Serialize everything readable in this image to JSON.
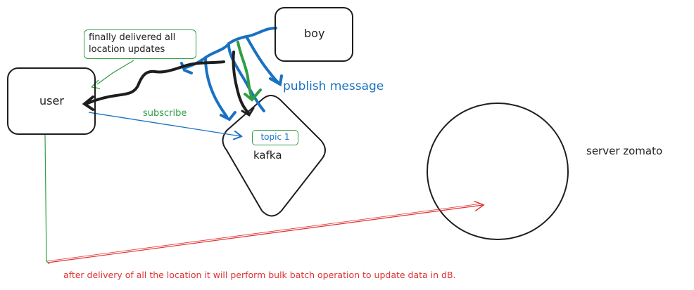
{
  "nodes": {
    "user": {
      "label": "user"
    },
    "boy": {
      "label": "boy"
    },
    "kafka": {
      "label": "kafka",
      "topic": "topic 1"
    },
    "server": {
      "label": "server zomato"
    }
  },
  "annotations": {
    "note_line1": "finally delivered all",
    "note_line2": "location updates",
    "publish": "publish message",
    "subscribe": "subscribe",
    "bottom": "after delivery of all the location it will perform bulk batch operation to update data in dB."
  },
  "colors": {
    "stroke": "#1e1e1e",
    "blue": "#1971c2",
    "green": "#2f9e44",
    "red": "#e03131"
  }
}
